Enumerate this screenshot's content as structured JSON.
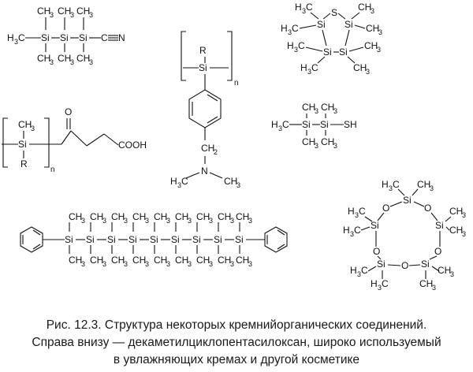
{
  "caption": {
    "label": "Рис. 12.3.",
    "line1": " Структура некоторых кремнийорганических соединений.",
    "line2": "Справа внизу — декаметилциклопентасилоксан, широко используемый",
    "line3": "в увлажняющих кремах и другой косметике"
  }
}
